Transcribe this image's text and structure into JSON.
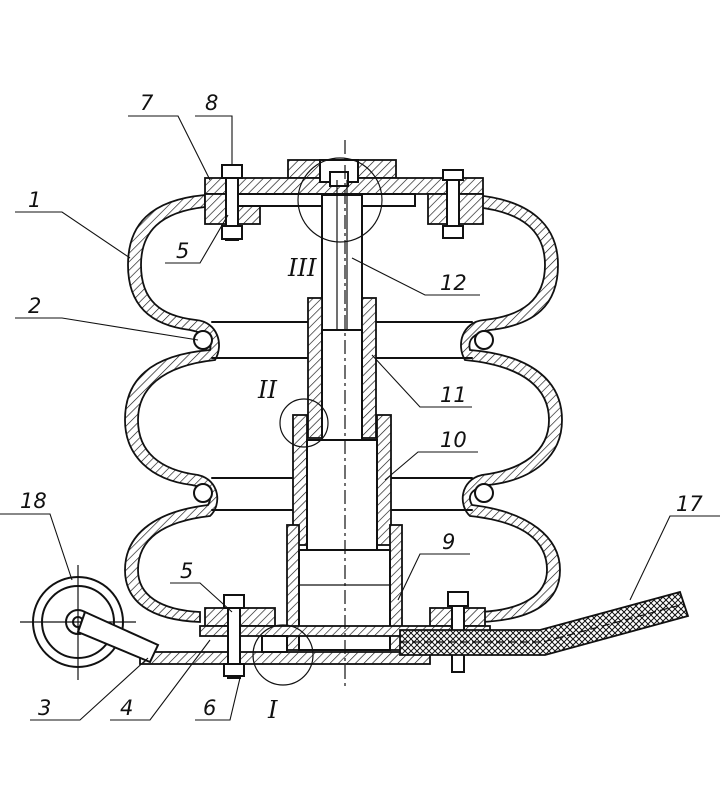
{
  "callouts": [
    {
      "id": "c1",
      "text": "1"
    },
    {
      "id": "c2",
      "text": "2"
    },
    {
      "id": "c3",
      "text": "3"
    },
    {
      "id": "c4",
      "text": "4"
    },
    {
      "id": "c5a",
      "text": "5"
    },
    {
      "id": "c5b",
      "text": "5"
    },
    {
      "id": "c6",
      "text": "6"
    },
    {
      "id": "c7",
      "text": "7"
    },
    {
      "id": "c8",
      "text": "8"
    },
    {
      "id": "c9",
      "text": "9"
    },
    {
      "id": "c10",
      "text": "10"
    },
    {
      "id": "c11",
      "text": "11"
    },
    {
      "id": "c12",
      "text": "12"
    },
    {
      "id": "c17",
      "text": "17"
    },
    {
      "id": "c18",
      "text": "18"
    }
  ],
  "zones": [
    {
      "id": "zI",
      "text": "I"
    },
    {
      "id": "zII",
      "text": "II"
    },
    {
      "id": "zIII",
      "text": "III"
    }
  ]
}
